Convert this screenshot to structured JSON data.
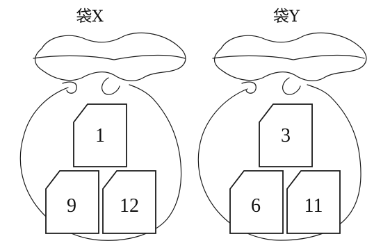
{
  "bags": [
    {
      "label": "袋X",
      "cards": [
        "1",
        "9",
        "12"
      ]
    },
    {
      "label": "袋Y",
      "cards": [
        "3",
        "6",
        "11"
      ]
    }
  ]
}
